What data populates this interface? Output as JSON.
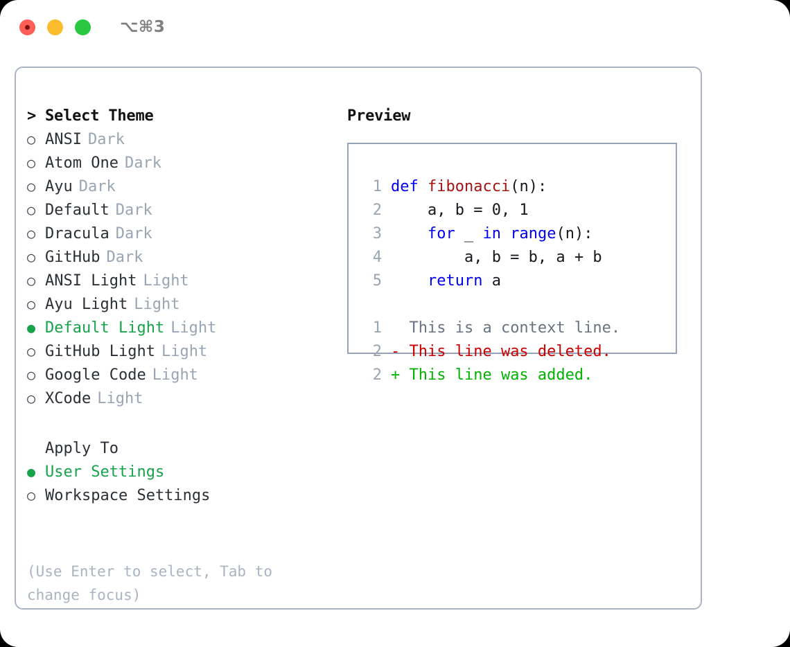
{
  "titlebar": {
    "shortcut": "⌥⌘3",
    "buttons": [
      "close",
      "minimize",
      "zoom"
    ]
  },
  "theme_picker": {
    "header_caret": ">",
    "header": "Select Theme",
    "bullet_selected": "●",
    "bullet_unselected": "○",
    "items": [
      {
        "name": "ANSI",
        "tag": "Dark",
        "selected": false
      },
      {
        "name": "Atom One",
        "tag": "Dark",
        "selected": false
      },
      {
        "name": "Ayu",
        "tag": "Dark",
        "selected": false
      },
      {
        "name": "Default",
        "tag": "Dark",
        "selected": false
      },
      {
        "name": "Dracula",
        "tag": "Dark",
        "selected": false
      },
      {
        "name": "GitHub",
        "tag": "Dark",
        "selected": false
      },
      {
        "name": "ANSI Light",
        "tag": "Light",
        "selected": false
      },
      {
        "name": "Ayu Light",
        "tag": "Light",
        "selected": false
      },
      {
        "name": "Default Light",
        "tag": "Light",
        "selected": true
      },
      {
        "name": "GitHub Light",
        "tag": "Light",
        "selected": false
      },
      {
        "name": "Google Code",
        "tag": "Light",
        "selected": false
      },
      {
        "name": "XCode",
        "tag": "Light",
        "selected": false
      }
    ]
  },
  "apply_to": {
    "header": "Apply To",
    "options": [
      {
        "label": "User Settings",
        "selected": true
      },
      {
        "label": "Workspace Settings",
        "selected": false
      }
    ]
  },
  "hint": "(Use Enter to select, Tab to change focus)",
  "preview": {
    "title": "Preview",
    "code_lines": [
      {
        "num": "1",
        "tokens": [
          {
            "t": "def",
            "c": "kw"
          },
          {
            "t": " ",
            "c": "pln"
          },
          {
            "t": "fibonacci",
            "c": "fn"
          },
          {
            "t": "(n):",
            "c": "pln"
          }
        ]
      },
      {
        "num": "2",
        "tokens": [
          {
            "t": "    a, b = 0, 1",
            "c": "pln"
          }
        ]
      },
      {
        "num": "3",
        "tokens": [
          {
            "t": "    ",
            "c": "pln"
          },
          {
            "t": "for",
            "c": "kw"
          },
          {
            "t": " _ ",
            "c": "pln"
          },
          {
            "t": "in",
            "c": "kw"
          },
          {
            "t": " ",
            "c": "pln"
          },
          {
            "t": "range",
            "c": "kw"
          },
          {
            "t": "(n):",
            "c": "pln"
          }
        ]
      },
      {
        "num": "4",
        "tokens": [
          {
            "t": "        a, b = b, a + b",
            "c": "pln"
          }
        ]
      },
      {
        "num": "5",
        "tokens": [
          {
            "t": "    ",
            "c": "pln"
          },
          {
            "t": "return",
            "c": "kw"
          },
          {
            "t": " a",
            "c": "pln"
          }
        ]
      }
    ],
    "diff_lines": [
      {
        "num": "1",
        "marker": " ",
        "text": " This is a context line.",
        "kind": "ctx"
      },
      {
        "num": "2",
        "marker": "-",
        "text": " This line was deleted.",
        "kind": "del"
      },
      {
        "num": "2",
        "marker": "+",
        "text": " This line was added.",
        "kind": "add"
      }
    ]
  },
  "colors": {
    "accent_green": "#16a34a",
    "muted": "#9aa5b4",
    "border": "#aab4c2",
    "preview_border": "#94a3b8",
    "keyword": "#0000ee",
    "function": "#a31515",
    "diff_added": "#00b300",
    "diff_deleted": "#cc0000"
  }
}
